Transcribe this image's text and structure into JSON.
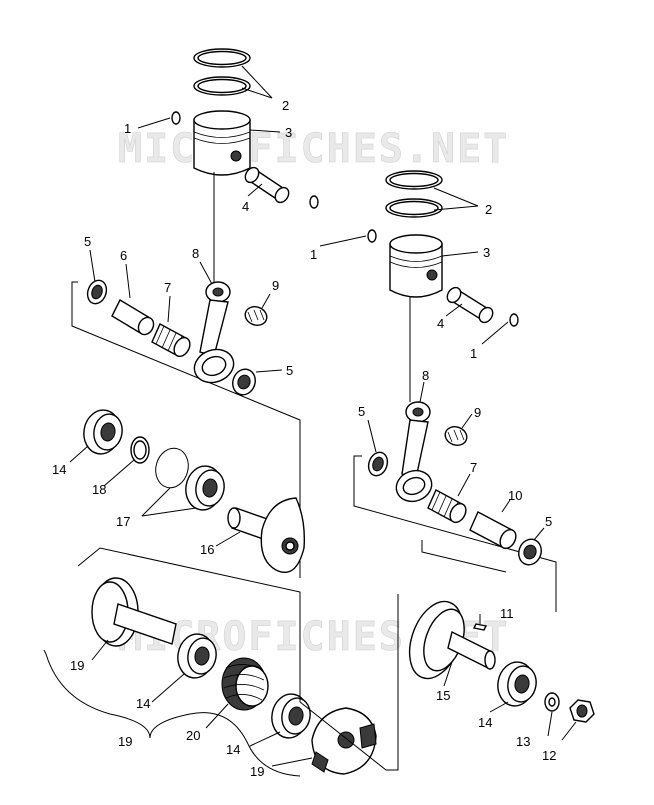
{
  "watermark": {
    "text": "MICROFICHES.NET"
  },
  "callouts": [
    {
      "id": "c1a",
      "label": "1"
    },
    {
      "id": "c2a",
      "label": "2"
    },
    {
      "id": "c3a",
      "label": "3"
    },
    {
      "id": "c4a",
      "label": "4"
    },
    {
      "id": "c1b",
      "label": "1"
    },
    {
      "id": "c2b",
      "label": "2"
    },
    {
      "id": "c3b",
      "label": "3"
    },
    {
      "id": "c4b",
      "label": "4"
    },
    {
      "id": "c1c",
      "label": "1"
    },
    {
      "id": "c5a",
      "label": "5"
    },
    {
      "id": "c6a",
      "label": "6"
    },
    {
      "id": "c7a",
      "label": "7"
    },
    {
      "id": "c8a",
      "label": "8"
    },
    {
      "id": "c9a",
      "label": "9"
    },
    {
      "id": "c5b",
      "label": "5"
    },
    {
      "id": "c8b",
      "label": "8"
    },
    {
      "id": "c5c",
      "label": "5"
    },
    {
      "id": "c9b",
      "label": "9"
    },
    {
      "id": "c7b",
      "label": "7"
    },
    {
      "id": "c10",
      "label": "10"
    },
    {
      "id": "c5d",
      "label": "5"
    },
    {
      "id": "c14a",
      "label": "14"
    },
    {
      "id": "c18",
      "label": "18"
    },
    {
      "id": "c17",
      "label": "17"
    },
    {
      "id": "c16",
      "label": "16"
    },
    {
      "id": "c11",
      "label": "11"
    },
    {
      "id": "c15",
      "label": "15"
    },
    {
      "id": "c14b",
      "label": "14"
    },
    {
      "id": "c13",
      "label": "13"
    },
    {
      "id": "c12",
      "label": "12"
    },
    {
      "id": "c19a",
      "label": "19"
    },
    {
      "id": "c14c",
      "label": "14"
    },
    {
      "id": "c20",
      "label": "20"
    },
    {
      "id": "c14d",
      "label": "14"
    },
    {
      "id": "c19b",
      "label": "19"
    },
    {
      "id": "c19c",
      "label": "19"
    }
  ]
}
